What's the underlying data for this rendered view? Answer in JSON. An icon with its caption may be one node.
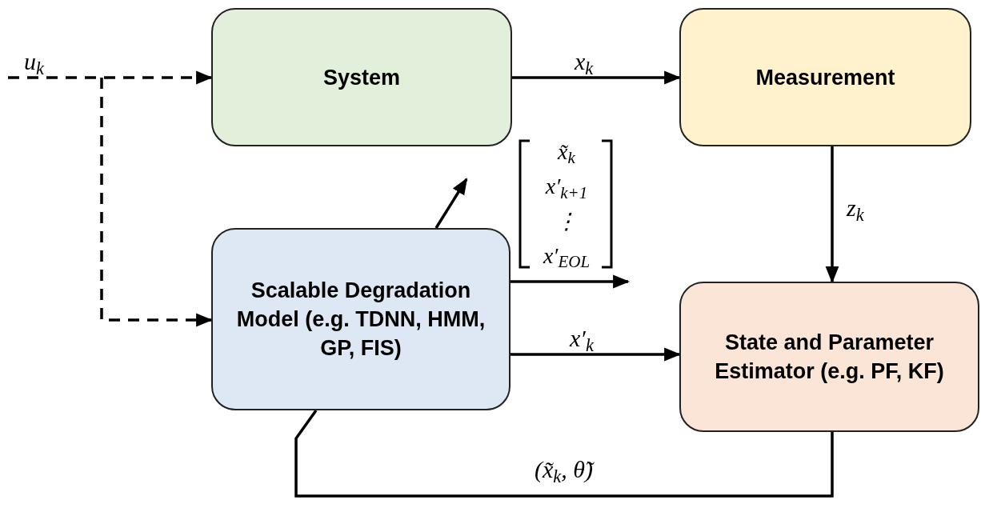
{
  "diagram": {
    "nodes": [
      {
        "text": [
          "System"
        ]
      },
      {
        "text": [
          "Measurement"
        ]
      },
      {
        "text": [
          "Scalable Degradation Model (e.g. TDNN, HMM, GP, FIS)"
        ]
      },
      {
        "text": [
          "State and Parameter Estimator (e.g. PF, KF)"
        ]
      }
    ],
    "edges": [
      {
        "from": null,
        "to": 0,
        "arrow": "to",
        "style": "dashed",
        "label": "u$_{k}$"
      },
      {
        "from": null,
        "to": 2,
        "arrow": "to",
        "style": "dashed"
      },
      {
        "from": 0,
        "to": 1,
        "arrow": "to",
        "label": "x$_{k}$"
      },
      {
        "from": 1,
        "to": 3,
        "arrow": "to",
        "label": "z$_{k}$"
      },
      {
        "from": 2,
        "to": 3,
        "arrow": "to",
        "label": "x′$_{k}$"
      },
      {
        "from": 2,
        "to": null,
        "arrow": "to"
      },
      {
        "from": 2,
        "to": null,
        "arrow": "to"
      },
      {
        "from": 3,
        "to": 2,
        "arrow": "none",
        "label": "(x̃$_{k}$, θ̃)"
      }
    ],
    "labels": [
      "x̃$_{k}$",
      "x′$_{k+1}$",
      "⋮",
      "x′$_{EOL}$"
    ]
  }
}
